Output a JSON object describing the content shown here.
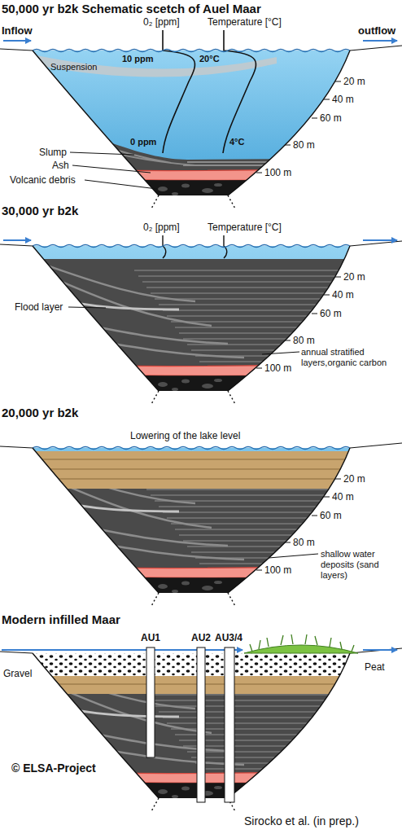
{
  "diagram": {
    "title": "50,000 yr b2k Schematic scetch of Auel Maar",
    "caption": "Sirocko et al. (in prep.)",
    "labels": [
      "Inflow",
      "0₂ [ppm]",
      "Temperature [°C]",
      "outflow",
      "10 ppm",
      "20°C",
      "Suspension",
      "20 m",
      "40 m",
      "60 m",
      "0 ppm",
      "4°C",
      "80 m",
      "Slump",
      "Ash",
      "Volcanic debris",
      "100 m",
      "30,000 yr b2k",
      "0₂ [ppm]",
      "Temperature [°C]",
      "20 m",
      "Flood layer",
      "40 m",
      "60 m",
      "80 m",
      "annual stratified layers,organic carbon",
      "100 m",
      "20,000 yr b2k",
      "Lowering of the lake level",
      "20 m",
      "40 m",
      "60 m",
      "shallow water deposits (sand layers)",
      "80 m",
      "100 m",
      "Modern infilled Maar",
      "AU1",
      "AU2",
      "AU3/4",
      "Gravel",
      "Peat",
      "© ELSA-Project"
    ]
  }
}
